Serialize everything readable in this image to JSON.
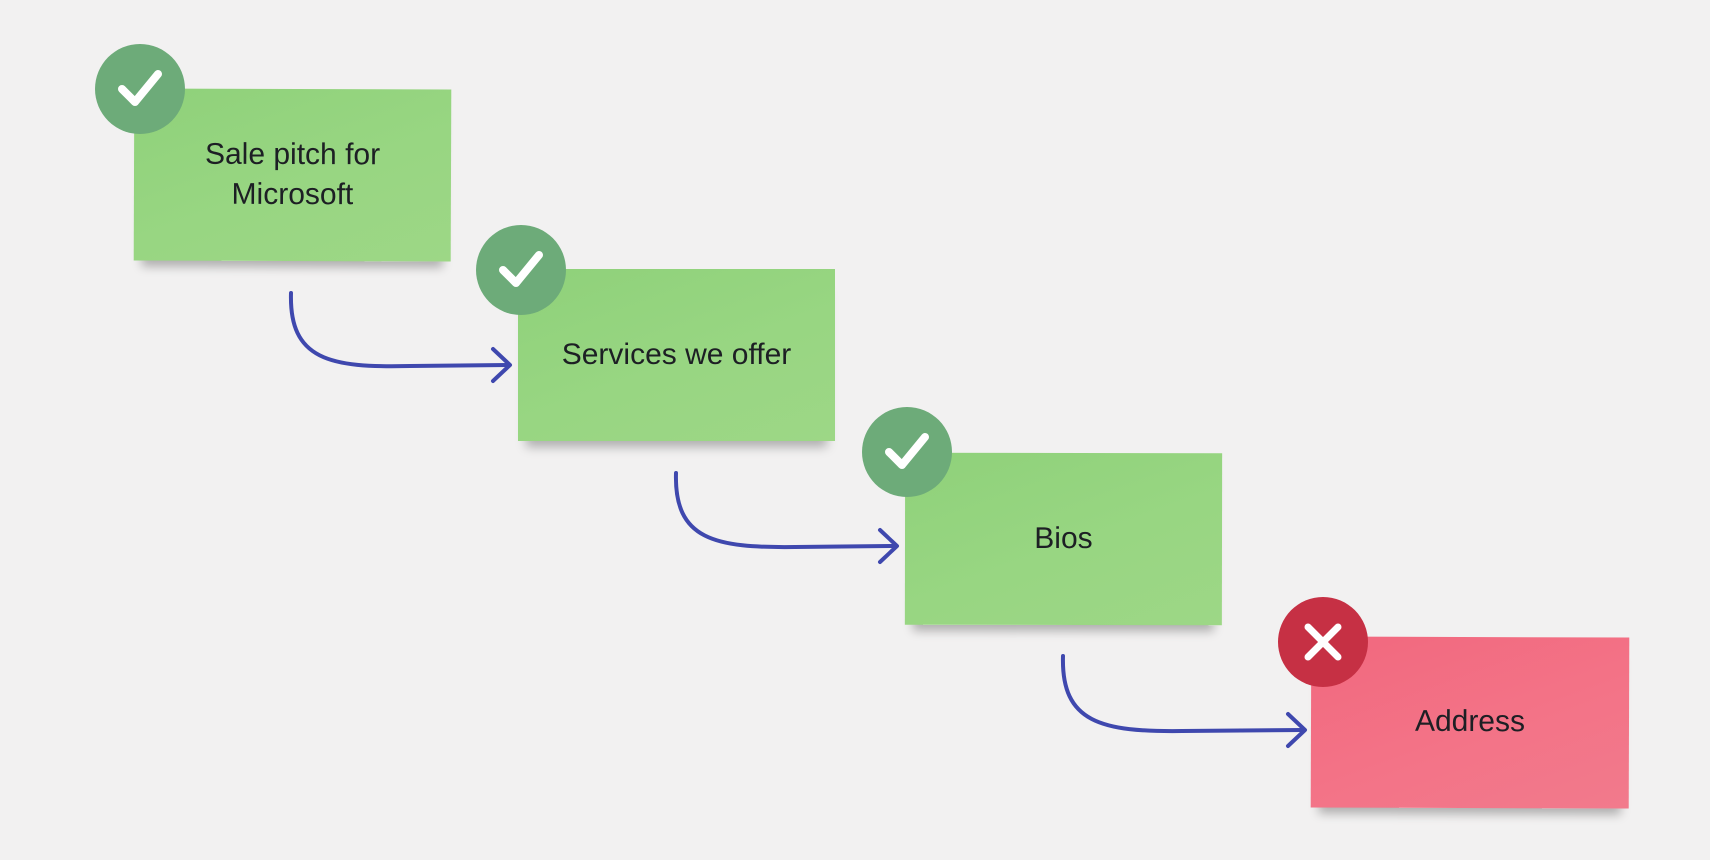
{
  "colors": {
    "background": "#f2f1f1",
    "note_green": "#95d47f",
    "note_red": "#f37387",
    "badge_ok": "#6dab79",
    "badge_fail": "#c63044",
    "connector": "#3f48ae"
  },
  "steps": [
    {
      "label": "Sale pitch for\nMicrosoft",
      "status": "done",
      "icon": "check-icon"
    },
    {
      "label": "Services we offer",
      "status": "done",
      "icon": "check-icon"
    },
    {
      "label": "Bios",
      "status": "done",
      "icon": "check-icon"
    },
    {
      "label": "Address",
      "status": "failed",
      "icon": "cross-icon"
    }
  ]
}
